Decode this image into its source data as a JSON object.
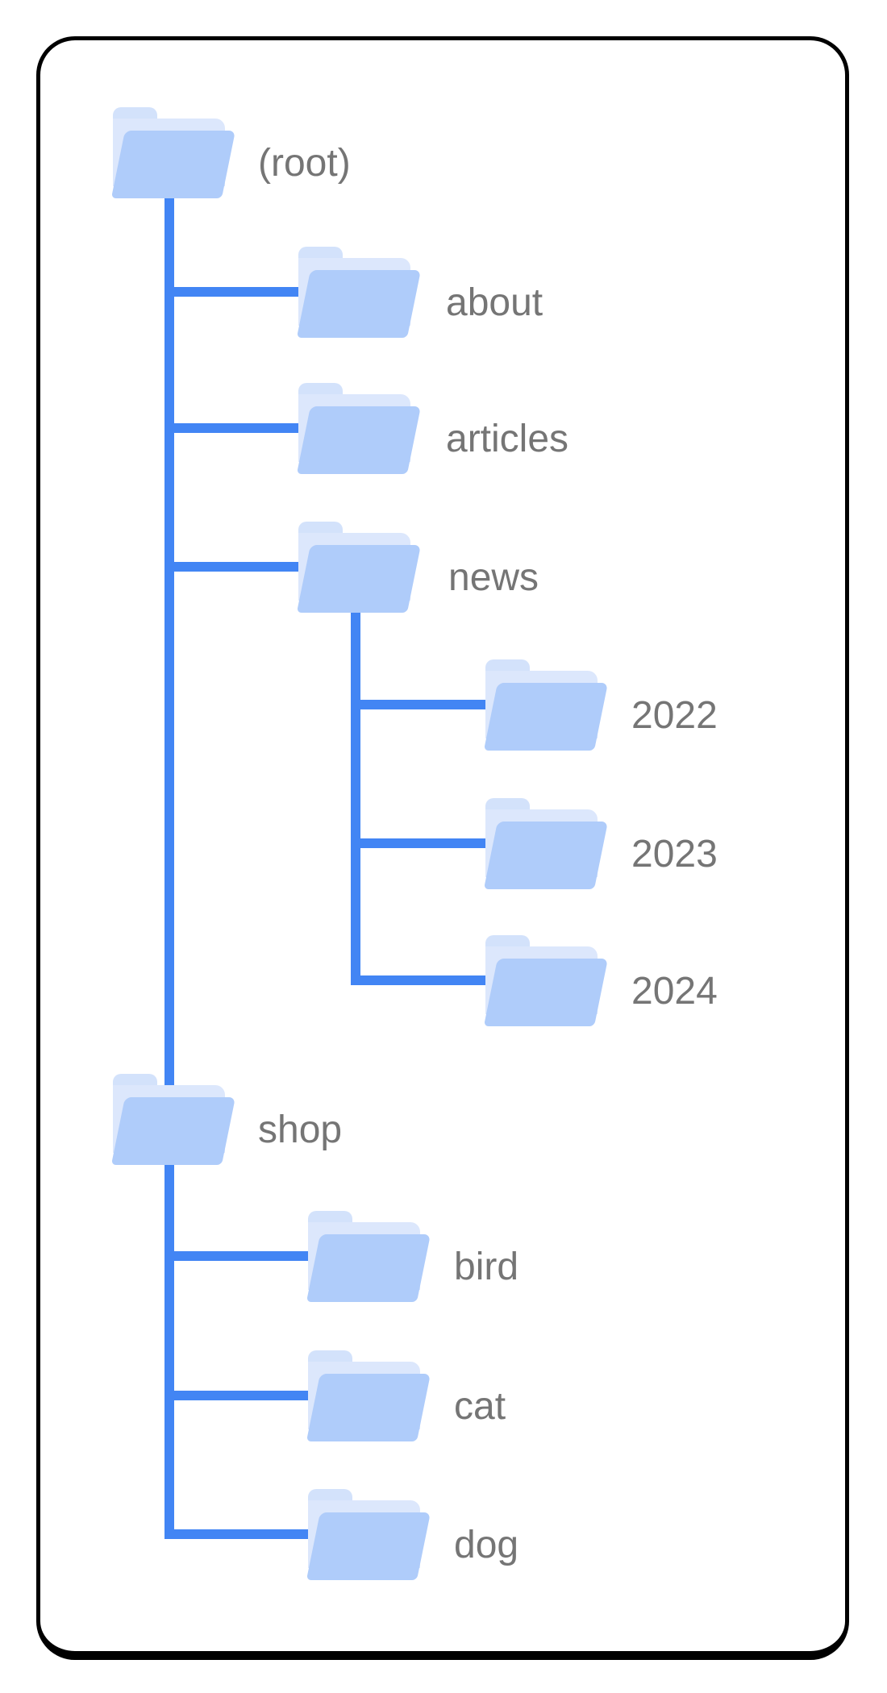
{
  "diagram": {
    "type": "folder-tree",
    "colors": {
      "connector_line": "#4285F4",
      "folder_front": "#AFCCFA",
      "folder_flap": "#DCE7FC",
      "folder_tab": "#D3E2FB",
      "label_text": "#757575",
      "card_border": "#000000",
      "background": "#FFFFFF"
    },
    "nodes": [
      {
        "id": "root",
        "label": "(root)",
        "children": [
          "about",
          "articles",
          "news",
          "shop"
        ]
      },
      {
        "id": "about",
        "label": "about",
        "children": []
      },
      {
        "id": "articles",
        "label": "articles",
        "children": []
      },
      {
        "id": "news",
        "label": "news",
        "children": [
          "2022",
          "2023",
          "2024"
        ]
      },
      {
        "id": "2022",
        "label": "2022",
        "children": []
      },
      {
        "id": "2023",
        "label": "2023",
        "children": []
      },
      {
        "id": "2024",
        "label": "2024",
        "children": []
      },
      {
        "id": "shop",
        "label": "shop",
        "children": [
          "bird",
          "cat",
          "dog"
        ]
      },
      {
        "id": "bird",
        "label": "bird",
        "children": []
      },
      {
        "id": "cat",
        "label": "cat",
        "children": []
      },
      {
        "id": "dog",
        "label": "dog",
        "children": []
      }
    ]
  }
}
